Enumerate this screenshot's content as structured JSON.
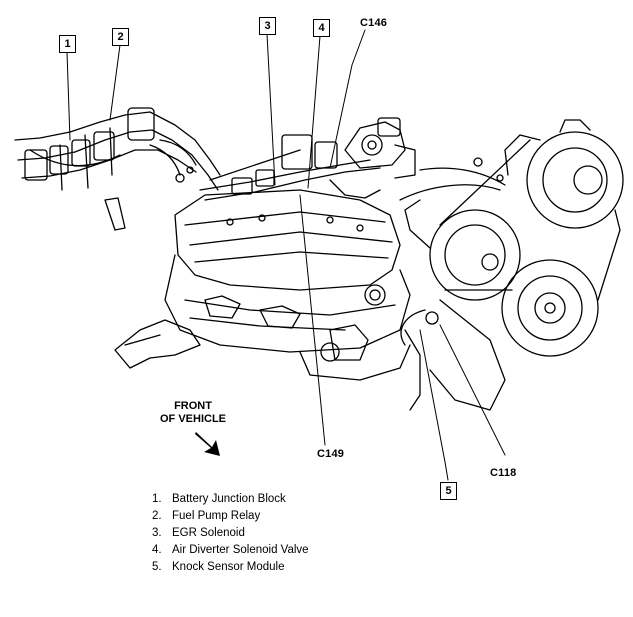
{
  "callouts": [
    "1",
    "2",
    "3",
    "4",
    "5"
  ],
  "connectors": {
    "c146": "C146",
    "c149": "C149",
    "c118": "C118"
  },
  "front_label": "FRONT\nOF VEHICLE",
  "legend": [
    {
      "num": "1.",
      "text": "Battery Junction Block"
    },
    {
      "num": "2.",
      "text": "Fuel Pump Relay"
    },
    {
      "num": "3.",
      "text": "EGR Solenoid"
    },
    {
      "num": "4.",
      "text": "Air Diverter Solenoid Valve"
    },
    {
      "num": "5.",
      "text": "Knock Sensor Module"
    }
  ],
  "colors": {
    "ink": "#000000",
    "paper": "#ffffff"
  }
}
